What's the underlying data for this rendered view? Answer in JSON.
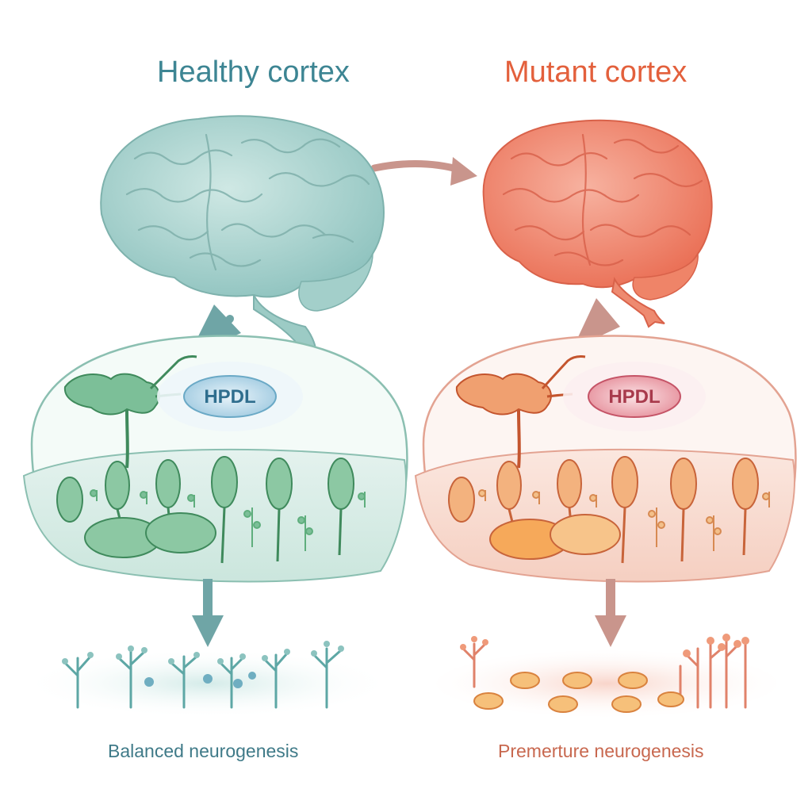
{
  "left_panel": {
    "title": "Healthy cortex",
    "gene_label": "HPDL",
    "caption": "Balanced neurogenesis",
    "colors": {
      "title": "#3d8593",
      "brain": "#a9d3cf",
      "cells": "#7cbf98",
      "accent": "#5f9ea0"
    }
  },
  "right_panel": {
    "title": "Mutant cortex",
    "gene_label": "HPDL",
    "caption": "Premerture neurogenesis",
    "colors": {
      "title": "#e3603c",
      "brain": "#f08a70",
      "cells": "#f2b07a",
      "accent": "#c8684f"
    }
  },
  "connector": {
    "color": "#c9958c"
  }
}
